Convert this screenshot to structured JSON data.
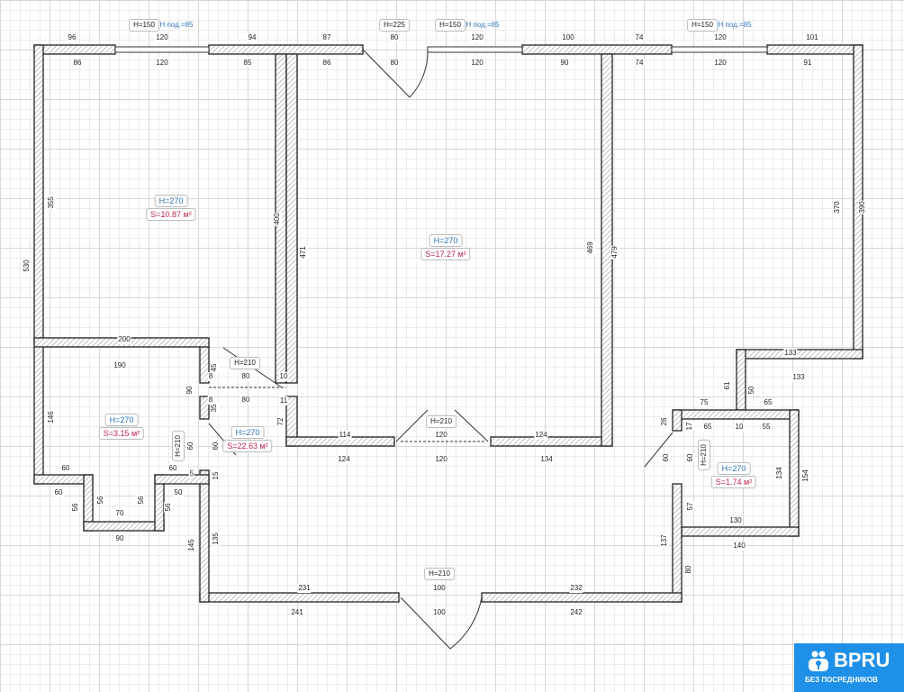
{
  "rooms": [
    {
      "height": "H=270",
      "area": "S=10.87 м²"
    },
    {
      "height": "H=270",
      "area": "S=17.27 м²"
    },
    {
      "height": "H=270",
      "area": "S=3.15 м²"
    },
    {
      "height": "H=270",
      "area": "S=22.63 м²"
    },
    {
      "height": "H=270",
      "area": "S=1.74 м²"
    }
  ],
  "windows": [
    {
      "height": "H=150",
      "sill": "Н под.=85"
    },
    {
      "height": "H=150",
      "sill": "Н под.=85"
    },
    {
      "height": "H=150",
      "sill": "Н под.=85"
    }
  ],
  "doors": [
    "H=225",
    "H=210",
    "H=210",
    "H=210",
    "H=210",
    "H=210"
  ],
  "dims": [
    "96",
    "120",
    "94",
    "87",
    "80",
    "120",
    "100",
    "74",
    "120",
    "101",
    "86",
    "120",
    "85",
    "86",
    "80",
    "120",
    "90",
    "74",
    "120",
    "91",
    "530",
    "355",
    "400",
    "471",
    "469",
    "479",
    "370",
    "390",
    "200",
    "190",
    "146",
    "90",
    "45",
    "8",
    "80",
    "10",
    "8",
    "80",
    "11",
    "35",
    "72",
    "60",
    "60",
    "5",
    "15",
    "60",
    "60",
    "60",
    "56",
    "56",
    "56",
    "56",
    "70",
    "50",
    "90",
    "145",
    "135",
    "114",
    "120",
    "124",
    "124",
    "120",
    "134",
    "231",
    "100",
    "232",
    "241",
    "100",
    "242",
    "133",
    "133",
    "61",
    "50",
    "75",
    "65",
    "26",
    "17",
    "65",
    "10",
    "55",
    "60",
    "60",
    "134",
    "154",
    "57",
    "130",
    "137",
    "140",
    "80"
  ],
  "logo": {
    "brand": "BPRU",
    "tagline": "БЕЗ ПОСРЕДНИКОВ"
  }
}
